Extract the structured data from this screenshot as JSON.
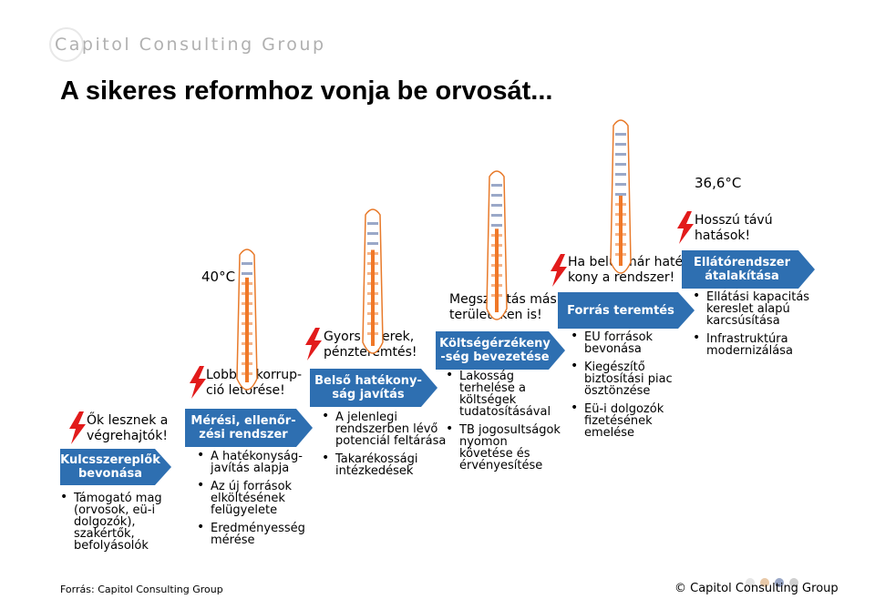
{
  "header": {
    "logo_text": "Capitol Consulting Group",
    "title": "A sikeres reformhoz vonja be orvosát..."
  },
  "colors": {
    "arrow": "#2E6FB1",
    "bolt": "#E21B1B",
    "mercury": "#F07828",
    "thermo_ticks": "#9AA8C8"
  },
  "steps": [
    {
      "note": "Ők lesznek a\nvégrehajtók!",
      "box": "Kulcsszereplők\nbevonása",
      "bullets": [
        "Támogató mag (orvosok, eü-i dolgozók), szakértők, befolyásolók"
      ]
    },
    {
      "note": "Lobbik, korrup-\nció letörése!",
      "box": "Mérési, ellenőr-\nzési rendszer",
      "bullets": [
        "A hatékonyság-javítás alapja",
        "Az új források elköltésének felügyelete",
        "Eredményesség mérése"
      ]
    },
    {
      "note": "Gyors sikerek,\npénzteremtés!",
      "box": "Belső hatékony-\nság javítás",
      "bullets": [
        "A jelenlegi rendszerben lévő potenciál feltárása",
        "Takarékossági intézkedések"
      ]
    },
    {
      "note": "Megszorítás más\nterületeken is!",
      "box": "Költségérzékeny\n-ség bevezetése",
      "bullets": [
        "Lakosság terhelése a költségek tudatosításával",
        "TB jogosultságok nyomon követése és érvényesítése"
      ]
    },
    {
      "note": "Ha belül már haté-\nkony a rendszer!",
      "box": "Forrás teremtés",
      "bullets": [
        "EU források bevonása",
        "Kiegészítő biztosítási piac ösztönzése",
        "Eü-i dolgozók fizetésének emelése"
      ]
    },
    {
      "note": "Hosszú távú\nhatások!",
      "box": "Ellátórendszer\nátalakítása",
      "bullets": [
        "Ellátási kapacitás kereslet alapú karcsúsítása",
        "Infrastruktúra modernizálása"
      ]
    }
  ],
  "temps": {
    "start": "40°C",
    "end": "36,6°C"
  },
  "footer": {
    "source": "Forrás: Capitol Consulting Group",
    "copyright": "© Capitol Consulting Group"
  }
}
